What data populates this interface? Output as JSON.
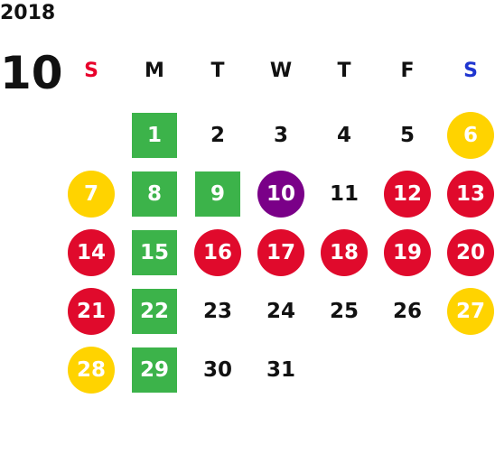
{
  "year": "2018",
  "month": "10",
  "weekdays": [
    "S",
    "M",
    "T",
    "W",
    "T",
    "F",
    "S"
  ],
  "colors": {
    "sunday_header": "#e8002b",
    "saturday_header": "#1f35d0",
    "green": "#3cb34a",
    "red": "#e00a2c",
    "yellow": "#ffd300",
    "purple": "#7a0088"
  },
  "days": [
    {
      "day": "1",
      "row": 0,
      "col": 1,
      "style": "green"
    },
    {
      "day": "2",
      "row": 0,
      "col": 2,
      "style": "plain"
    },
    {
      "day": "3",
      "row": 0,
      "col": 3,
      "style": "plain"
    },
    {
      "day": "4",
      "row": 0,
      "col": 4,
      "style": "plain"
    },
    {
      "day": "5",
      "row": 0,
      "col": 5,
      "style": "plain"
    },
    {
      "day": "6",
      "row": 0,
      "col": 6,
      "style": "yellow"
    },
    {
      "day": "7",
      "row": 1,
      "col": 0,
      "style": "yellow"
    },
    {
      "day": "8",
      "row": 1,
      "col": 1,
      "style": "green"
    },
    {
      "day": "9",
      "row": 1,
      "col": 2,
      "style": "green"
    },
    {
      "day": "10",
      "row": 1,
      "col": 3,
      "style": "purple"
    },
    {
      "day": "11",
      "row": 1,
      "col": 4,
      "style": "plain"
    },
    {
      "day": "12",
      "row": 1,
      "col": 5,
      "style": "red"
    },
    {
      "day": "13",
      "row": 1,
      "col": 6,
      "style": "red"
    },
    {
      "day": "14",
      "row": 2,
      "col": 0,
      "style": "red"
    },
    {
      "day": "15",
      "row": 2,
      "col": 1,
      "style": "green"
    },
    {
      "day": "16",
      "row": 2,
      "col": 2,
      "style": "red"
    },
    {
      "day": "17",
      "row": 2,
      "col": 3,
      "style": "red"
    },
    {
      "day": "18",
      "row": 2,
      "col": 4,
      "style": "red"
    },
    {
      "day": "19",
      "row": 2,
      "col": 5,
      "style": "red"
    },
    {
      "day": "20",
      "row": 2,
      "col": 6,
      "style": "red"
    },
    {
      "day": "21",
      "row": 3,
      "col": 0,
      "style": "red"
    },
    {
      "day": "22",
      "row": 3,
      "col": 1,
      "style": "green"
    },
    {
      "day": "23",
      "row": 3,
      "col": 2,
      "style": "plain"
    },
    {
      "day": "24",
      "row": 3,
      "col": 3,
      "style": "plain"
    },
    {
      "day": "25",
      "row": 3,
      "col": 4,
      "style": "plain"
    },
    {
      "day": "26",
      "row": 3,
      "col": 5,
      "style": "plain"
    },
    {
      "day": "27",
      "row": 3,
      "col": 6,
      "style": "yellow"
    },
    {
      "day": "28",
      "row": 4,
      "col": 0,
      "style": "yellow"
    },
    {
      "day": "29",
      "row": 4,
      "col": 1,
      "style": "green"
    },
    {
      "day": "30",
      "row": 4,
      "col": 2,
      "style": "plain"
    },
    {
      "day": "31",
      "row": 4,
      "col": 3,
      "style": "plain"
    }
  ]
}
